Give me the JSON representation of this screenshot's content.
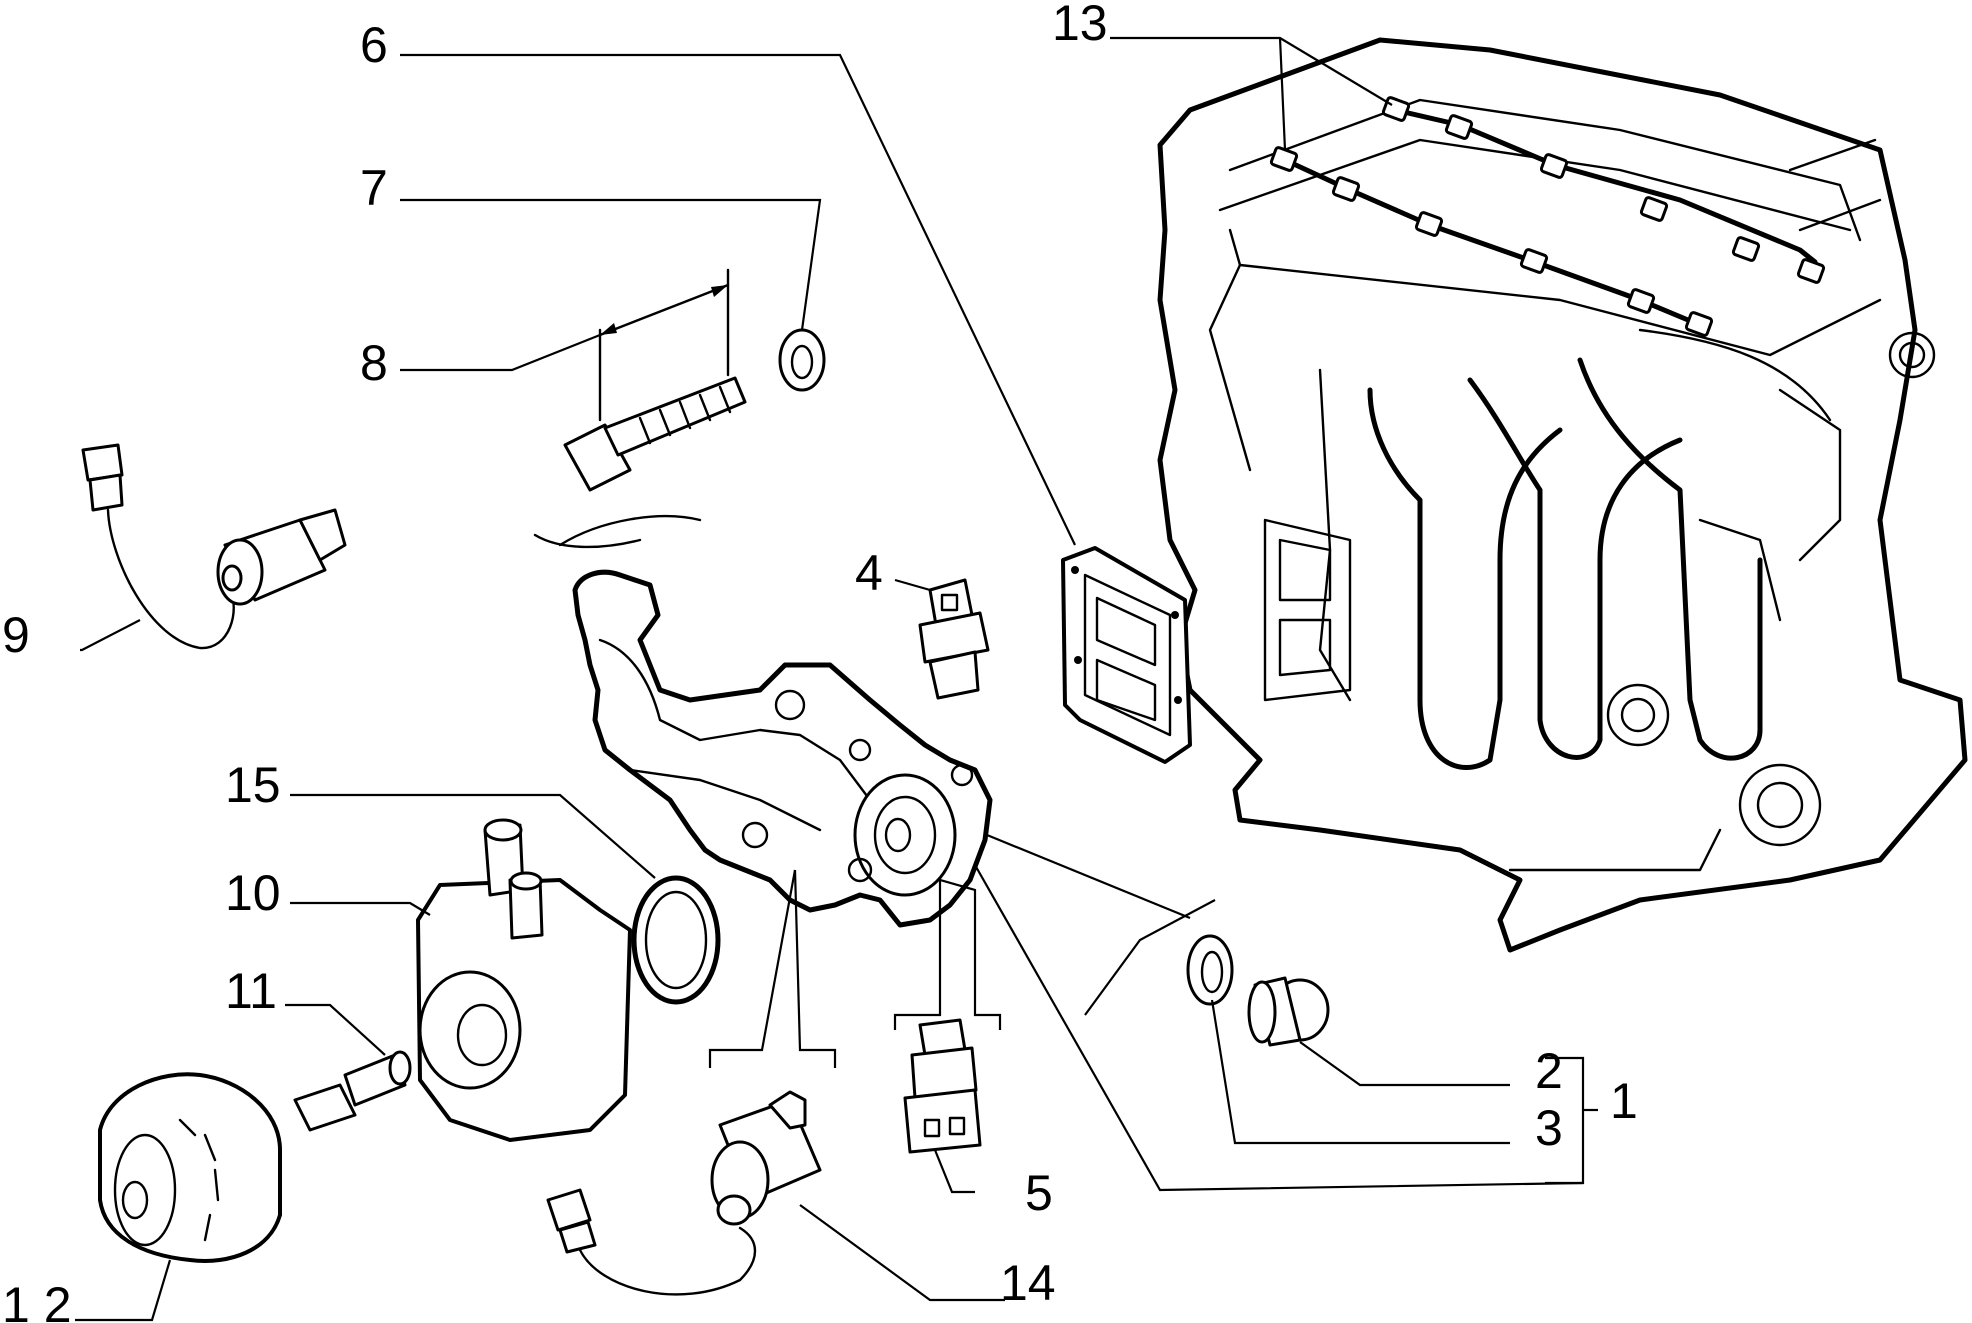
{
  "callouts": [
    {
      "key": "p1",
      "number": "1"
    },
    {
      "key": "p2",
      "number": "2"
    },
    {
      "key": "p3",
      "number": "3"
    },
    {
      "key": "p4",
      "number": "4"
    },
    {
      "key": "p5",
      "number": "5"
    },
    {
      "key": "p6",
      "number": "6"
    },
    {
      "key": "p7",
      "number": "7"
    },
    {
      "key": "p8",
      "number": "8"
    },
    {
      "key": "p9",
      "number": "9"
    },
    {
      "key": "p10",
      "number": "10"
    },
    {
      "key": "p11",
      "number": "11"
    },
    {
      "key": "p12",
      "number": "1 2"
    },
    {
      "key": "p13",
      "number": "13"
    },
    {
      "key": "p14",
      "number": "14"
    },
    {
      "key": "p15",
      "number": "15"
    }
  ]
}
